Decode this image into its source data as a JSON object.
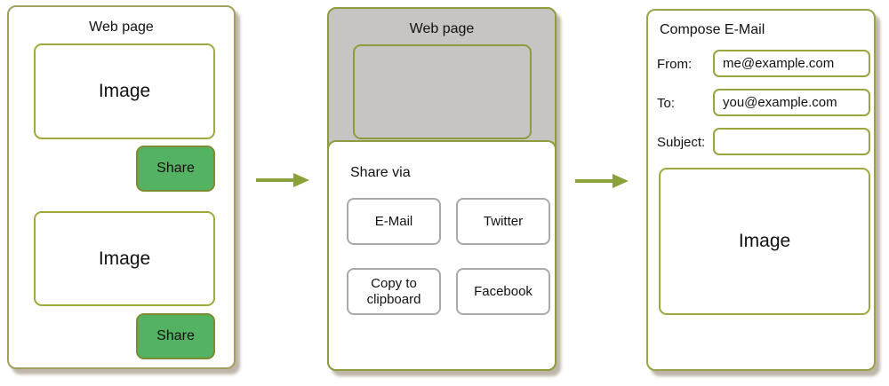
{
  "colors": {
    "panel_border": "#a2a05c",
    "inner_border": "#9fa83c",
    "share_button_bg": "#54b263",
    "share_button_border": "#7e8b33",
    "gray_page_bg": "#c7c5c3",
    "sheet_option_border": "#a9a9a9",
    "arrow": "#8ba23b",
    "text": "#111111"
  },
  "browser_panel": {
    "title": "Web page",
    "image_label_1": "Image",
    "image_label_2": "Image",
    "share_label_1": "Share",
    "share_label_2": "Share"
  },
  "share_sheet_panel": {
    "title": "Web page",
    "sheet_title": "Share via",
    "options": [
      "E-Mail",
      "Twitter",
      "Copy to clipboard",
      "Facebook"
    ]
  },
  "compose_panel": {
    "title": "Compose E-Mail",
    "fields": [
      {
        "label": "From:",
        "value": "me@example.com"
      },
      {
        "label": "To:",
        "value": "you@example.com"
      },
      {
        "label": "Subject:",
        "value": ""
      }
    ],
    "image_label": "Image"
  }
}
